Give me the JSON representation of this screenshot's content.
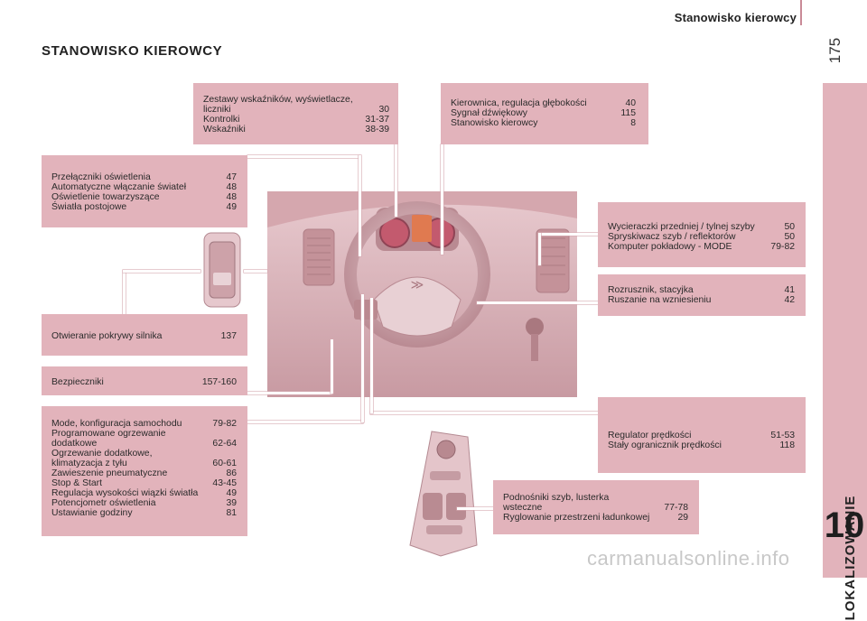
{
  "header": {
    "title": "Stanowisko kierowcy",
    "page_number": "175"
  },
  "side_tab": {
    "label": "LOKALIZOWANIE",
    "chapter_number": "10"
  },
  "section_title": "STANOWISKO KIEROWCY",
  "boxes": {
    "instruments": {
      "rows": [
        {
          "text": "Zestawy wskaźników, wyświetlacze,\nliczniki",
          "page": "30"
        },
        {
          "text": "Kontrolki",
          "page": "31-37"
        },
        {
          "text": "Wskaźniki",
          "page": "38-39"
        }
      ]
    },
    "steering": {
      "rows": [
        {
          "text": "Kierownica, regulacja głębokości",
          "page": "40"
        },
        {
          "text": "Sygnał dźwiękowy",
          "page": "115"
        },
        {
          "text": "Stanowisko kierowcy",
          "page": "8"
        }
      ]
    },
    "lighting": {
      "rows": [
        {
          "text": "Przełączniki oświetlenia",
          "page": "47"
        },
        {
          "text": "Automatyczne włączanie świateł",
          "page": "48"
        },
        {
          "text": "Oświetlenie towarzyszące",
          "page": "48"
        },
        {
          "text": "Światła postojowe",
          "page": "49"
        }
      ]
    },
    "wipers": {
      "rows": [
        {
          "text": "Wycieraczki przedniej / tylnej szyby",
          "page": "50"
        },
        {
          "text": "Spryskiwacz szyb / reflektorów",
          "page": "50"
        },
        {
          "text": "Komputer pokładowy - MODE",
          "page": "79-82"
        }
      ]
    },
    "ignition": {
      "rows": [
        {
          "text": "Rozrusznik, stacyjka",
          "page": "41"
        },
        {
          "text": "Ruszanie na wzniesieniu",
          "page": "42"
        }
      ]
    },
    "bonnet": {
      "rows": [
        {
          "text": "Otwieranie pokrywy silnika",
          "page": "137"
        }
      ]
    },
    "fuses": {
      "rows": [
        {
          "text": "Bezpieczniki",
          "page": "157-160"
        }
      ]
    },
    "modes": {
      "rows": [
        {
          "text": "Mode, konfiguracja samochodu",
          "page": "79-82"
        },
        {
          "text": "Programowane ogrzewanie\ndodatkowe",
          "page": "62-64"
        },
        {
          "text": "Ogrzewanie dodatkowe,\nklimatyzacja z tyłu",
          "page": "60-61"
        },
        {
          "text": "Zawieszenie pneumatyczne",
          "page": "86"
        },
        {
          "text": "Stop & Start",
          "page": "43-45"
        },
        {
          "text": "Regulacja wysokości wiązki światła",
          "page": "49"
        },
        {
          "text": "Potencjometr oświetlenia",
          "page": "39"
        },
        {
          "text": "Ustawianie godziny",
          "page": "81"
        }
      ]
    },
    "cruise": {
      "rows": [
        {
          "text": "Regulator prędkości",
          "page": "51-53"
        },
        {
          "text": "Stały ogranicznik prędkości",
          "page": "118"
        }
      ]
    },
    "windows": {
      "rows": [
        {
          "text": "Podnośniki szyb, lusterka\nwsteczne",
          "page": "77-78"
        },
        {
          "text": "Ryglowanie przestrzeni ładunkowej",
          "page": "29"
        }
      ]
    }
  },
  "images": {
    "dashboard": "dashboard-illustration",
    "bonnet_handle": "bonnet-release-handle",
    "window_switch": "window-switch-panel"
  },
  "watermark": "carmanualsonline.info",
  "colors": {
    "accent": "#e2b3bb",
    "rule": "#c98a97",
    "photo": "#d4a6ad"
  }
}
